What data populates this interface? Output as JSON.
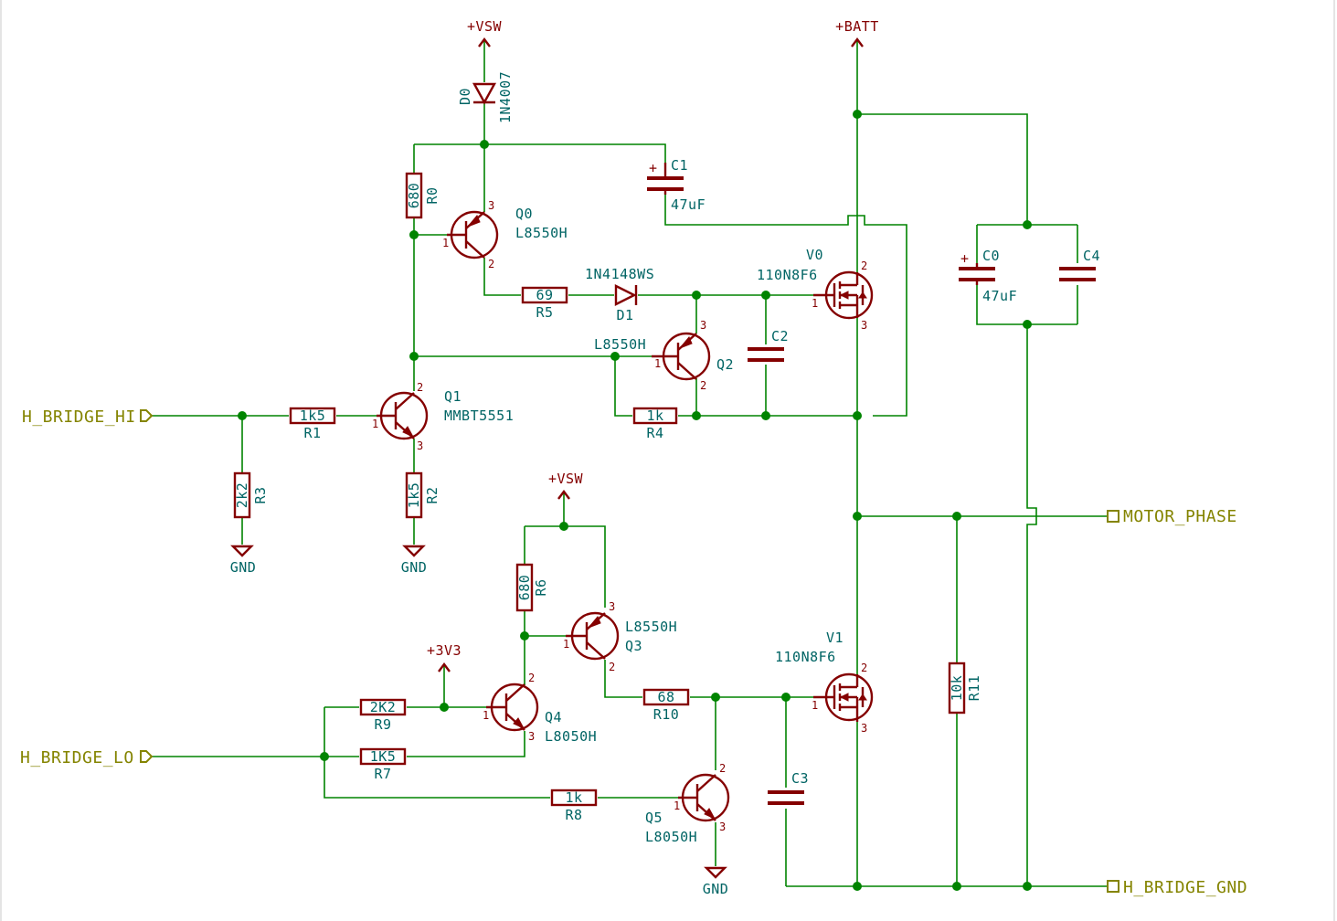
{
  "power": {
    "vsw_top": "+VSW",
    "vsw_mid": "+VSW",
    "batt": "+BATT",
    "v3v3": "+3V3",
    "gnd1": "GND",
    "gnd2": "GND",
    "gnd3": "GND"
  },
  "labels": {
    "h_bridge_hi": "H_BRIDGE_HI",
    "h_bridge_lo": "H_BRIDGE_LO",
    "motor_phase": "MOTOR_PHASE",
    "h_bridge_gnd": "H_BRIDGE_GND"
  },
  "components": {
    "D0": {
      "ref": "D0",
      "value": "1N4007"
    },
    "D1": {
      "ref": "D1",
      "value": "1N4148WS"
    },
    "C1": {
      "ref": "C1",
      "value": "47uF"
    },
    "C0": {
      "ref": "C0",
      "value": "47uF"
    },
    "C2": {
      "ref": "C2"
    },
    "C3": {
      "ref": "C3"
    },
    "C4": {
      "ref": "C4"
    },
    "R0": {
      "ref": "R0",
      "value": "680"
    },
    "R1": {
      "ref": "R1",
      "value": "1k5"
    },
    "R2": {
      "ref": "R2",
      "value": "1k5"
    },
    "R3": {
      "ref": "R3",
      "value": "2k2"
    },
    "R4": {
      "ref": "R4",
      "value": "1k"
    },
    "R5": {
      "ref": "R5",
      "value": "69"
    },
    "R6": {
      "ref": "R6",
      "value": "680"
    },
    "R7": {
      "ref": "R7",
      "value": "1K5"
    },
    "R8": {
      "ref": "R8",
      "value": "1k"
    },
    "R9": {
      "ref": "R9",
      "value": "2K2"
    },
    "R10": {
      "ref": "R10",
      "value": "68"
    },
    "R11": {
      "ref": "R11",
      "value": "10k"
    },
    "Q0": {
      "ref": "Q0",
      "value": "L8550H"
    },
    "Q1": {
      "ref": "Q1",
      "value": "MMBT5551"
    },
    "Q2": {
      "ref": "Q2",
      "value": "L8550H"
    },
    "Q3": {
      "ref": "Q3",
      "value": "L8550H"
    },
    "Q4": {
      "ref": "Q4",
      "value": "L8050H"
    },
    "Q5": {
      "ref": "Q5",
      "value": "L8050H"
    },
    "V0": {
      "ref": "V0",
      "value": "110N8F6"
    },
    "V1": {
      "ref": "V1",
      "value": "110N8F6"
    }
  },
  "pins": {
    "p1": "1",
    "p2": "2",
    "p3": "3"
  },
  "colors": {
    "wire": "#008400",
    "body": "#840000",
    "text": "#006464",
    "label": "#848400",
    "background": "#ffffff"
  }
}
